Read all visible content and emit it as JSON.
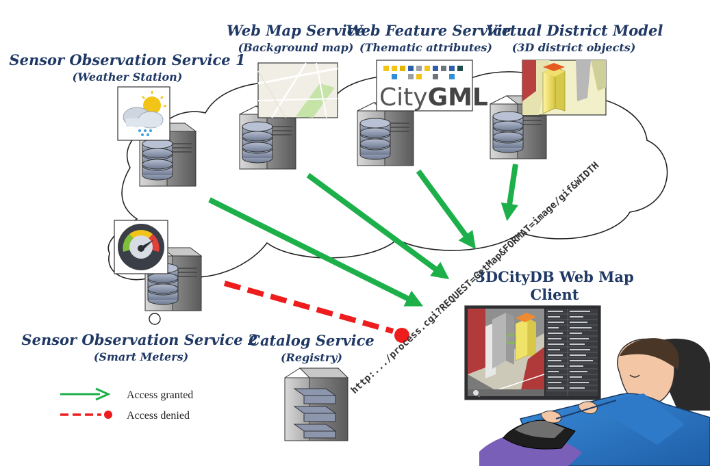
{
  "services": {
    "sos1": {
      "title": "Sensor Observation Service 1",
      "subtitle": "(Weather Station)",
      "icon": "weather-icon"
    },
    "wms": {
      "title": "Web Map Service",
      "subtitle": "(Background map)",
      "icon": "map-thumbnail"
    },
    "wfs": {
      "title": "Web Feature Service",
      "subtitle": "(Thematic attributes)",
      "icon": "citygml-logo",
      "logo_text_a": "City",
      "logo_text_b": "GML"
    },
    "vdm": {
      "title": "Virtual District Model",
      "subtitle": "(3D district objects)",
      "icon": "3d-buildings-thumbnail"
    },
    "sos2": {
      "title": "Sensor Observation Service 2",
      "subtitle": "(Smart Meters)",
      "icon": "gauge-icon"
    },
    "catalog": {
      "title": "Catalog Service",
      "subtitle": "(Registry)"
    }
  },
  "client": {
    "title_line1": "3DCityDB Web Map",
    "title_line2": "Client"
  },
  "url_text": "http:.../process.cgi?REQUEST=GetMap&FORMAT=image/gif&WIDTH",
  "legend": {
    "granted": "Access granted",
    "denied": "Access denied"
  },
  "colors": {
    "granted": "#1db04a",
    "denied": "#ee1c1c",
    "title": "#1f3864",
    "server": "#9aa4b8",
    "building": "#f0e36a"
  }
}
